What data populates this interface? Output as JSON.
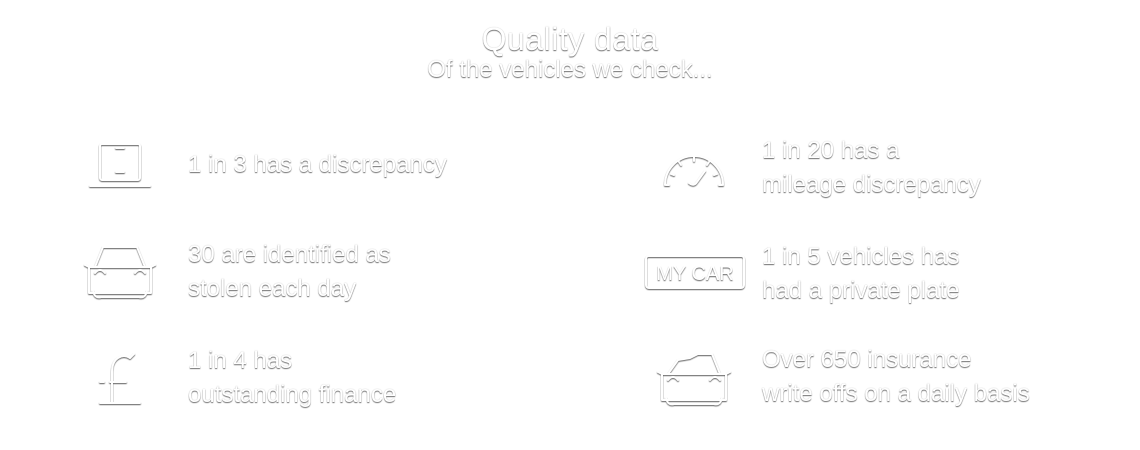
{
  "header": {
    "title": "Quality data",
    "subtitle": "Of the vehicles we check..."
  },
  "stats": [
    {
      "id": "discrepancy",
      "icon": "document-stack-icon",
      "lines": [
        "1 in 3 has a discrepancy"
      ]
    },
    {
      "id": "mileage",
      "icon": "speedometer-icon",
      "lines": [
        "1 in 20 has a",
        "mileage discrepancy"
      ]
    },
    {
      "id": "stolen",
      "icon": "car-front-icon",
      "lines": [
        "30 are identified as",
        "stolen each day"
      ]
    },
    {
      "id": "private-plate",
      "icon": "number-plate-icon",
      "plate_text": "MY CAR",
      "lines": [
        "1 in 5 vehicles has",
        "had a private plate"
      ]
    },
    {
      "id": "finance",
      "icon": "pound-sign-icon",
      "lines": [
        "1 in 4 has",
        "outstanding finance"
      ]
    },
    {
      "id": "write-offs",
      "icon": "damaged-car-icon",
      "lines": [
        "Over 650 insurance",
        "write offs on a daily basis"
      ]
    }
  ],
  "colors": {
    "background": "#ffffff",
    "text": "#ffffff",
    "shadow": "#5a5a5a"
  }
}
